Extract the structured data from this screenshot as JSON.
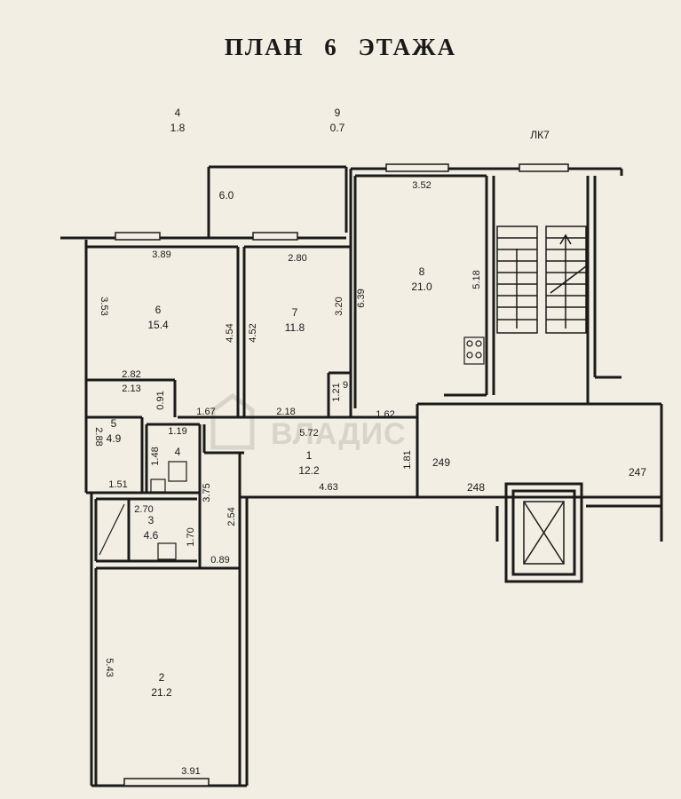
{
  "title": "ПЛАН 6 ЭТАЖА",
  "stair_label": "ЛК7",
  "watermark": "ВЛАДИС",
  "rooms": [
    {
      "num": "1",
      "area": "12.2"
    },
    {
      "num": "2",
      "area": "21.2"
    },
    {
      "num": "3",
      "area": "4.6"
    },
    {
      "num": "4",
      "area": ""
    },
    {
      "num": "5",
      "area": "4.9"
    },
    {
      "num": "6",
      "area": "15.4"
    },
    {
      "num": "7",
      "area": "11.8"
    },
    {
      "num": "8",
      "area": "21.0"
    },
    {
      "num": "9",
      "area": "0.7"
    },
    {
      "num": "4",
      "area": "1.8"
    }
  ],
  "balcony_area": "6.0",
  "dimensions": {
    "d_389": "3.89",
    "d_353": "3.53",
    "d_454": "4.54",
    "d_452": "4.52",
    "d_280": "2.80",
    "d_320": "3.20",
    "d_639": "6.39",
    "d_352": "3.52",
    "d_518": "5.18",
    "d_282": "2.82",
    "d_213": "2.13",
    "d_091": "0.91",
    "d_167": "1.67",
    "d_218": "2.18",
    "d_572": "5.72",
    "d_162": "1.62",
    "d_121": "1.21",
    "d_288": "2.88",
    "d_119": "1.19",
    "d_148": "1.48",
    "d_151": "1.51",
    "d_375": "3.75",
    "d_254": "2.54",
    "d_181": "1.81",
    "d_463": "4.63",
    "d_270": "2.70",
    "d_170": "1.70",
    "d_089": "0.89",
    "d_543": "5.43",
    "d_391": "3.91",
    "d_249": "249",
    "d_248": "248",
    "d_247": "247"
  }
}
